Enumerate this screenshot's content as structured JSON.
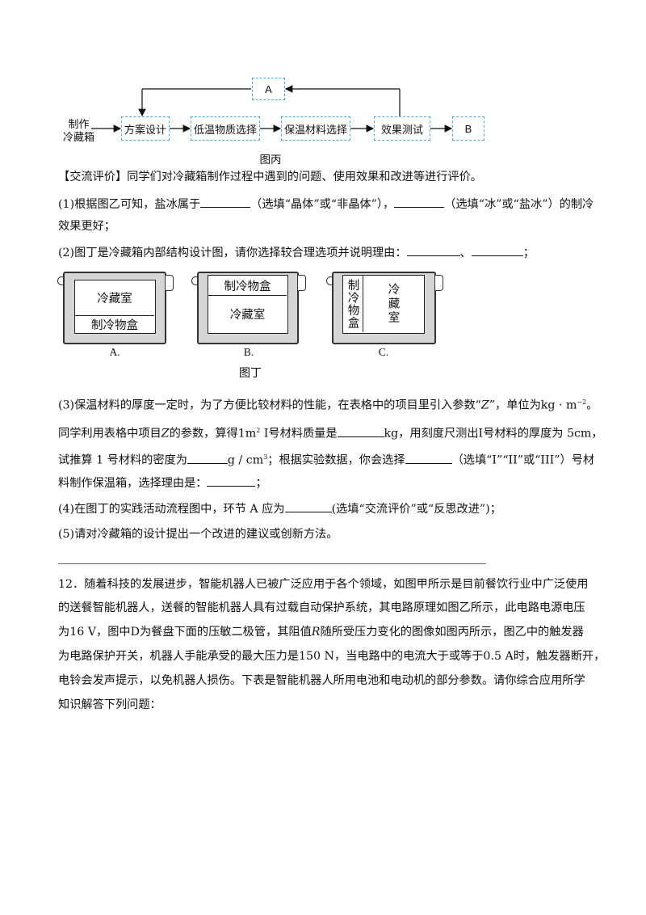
{
  "flow": {
    "start_line1": "制作",
    "start_line2": "冷藏箱",
    "steps": [
      "方案设计",
      "低温物质选择",
      "保温材料选择",
      "效果测试"
    ],
    "end": "B",
    "feedback": "A",
    "caption": "图丙"
  },
  "eval": {
    "heading": "【交流评价】同学们对冷藏箱制作过程中遇到的问题、使用效果和改进等进行评价。",
    "q1_a": "(1)根据图乙可知，盐冰属于",
    "q1_b": "（选填“晶体”或“非晶体”），",
    "q1_c": "（选填“冰”或“盐冰”）的制冷",
    "q1_d": "效果更好；",
    "q2_a": "(2)图丁是冷藏箱内部结构设计图，请你选择较合理选项并说明理由：",
    "q2_sep": "、",
    "q2_end": "；"
  },
  "boxes": {
    "a": {
      "top": "冷藏室",
      "bottom": "制冷物盒",
      "label": "A."
    },
    "b": {
      "top": "制冷物盒",
      "bottom": "冷藏室",
      "label": "B."
    },
    "c": {
      "left": "制冷物盒",
      "right": "冷藏室",
      "label": "C."
    },
    "caption": "图丁"
  },
  "q3": {
    "l1a": "(3)保温材料的厚度一定时，为了方便比较材料的性能，在表格中的项目里引入参数“",
    "l1z": "Z",
    "l1b": "”，单位为",
    "l1unit": "kg · m",
    "l1exp": "−2",
    "l1end": "。",
    "l2a": "同学利用表格中项目",
    "l2z": "Z",
    "l2b": "的参数，算得",
    "l2c": "1m",
    "l2c_exp": "2",
    "l2d": " I号材料质量是",
    "l2e": "kg，用刻度尺测出I号材料的厚度为 5cm，",
    "l3a": "试推算 1 号材料的密度为",
    "l3unit": "g / cm",
    "l3exp": "3",
    "l3b": "；根据实验数据，你会选择",
    "l3c": "（选填“I”“II”或“III”）号材",
    "l4a": "料制作保温箱，选择理由是：",
    "l4end": "；"
  },
  "q4": {
    "a": "(4)在图丁的实践活动流程图中，环节 A 应为",
    "b": "(选填“交流评价”或“反思改进”)；"
  },
  "q5": "(5)请对冷藏箱的设计提出一个改进的建议或创新方法。",
  "q12": {
    "l1": "12．随着科技的发展进步，智能机器人已被广泛应用于各个领域，如图甲所示是目前餐饮行业中广泛使用",
    "l2": "的送餐智能机器人，送餐的智能机器人具有过载自动保护系统，其电路原理如图乙所示，此电路电源电压",
    "l3a": "为",
    "l3v": "16 V",
    "l3b": "，图中",
    "l3d": "D",
    "l3c": "为餐盘下面的压敏二极管，其阻值",
    "l3r": "R",
    "l3e": "随所受压力变化的图像如图丙所示，图乙中的触发器",
    "l4a": "为电路保护开关，机器人手能承受的最大压力是",
    "l4f": "150 N",
    "l4b": "，当电路中的电流大于或等于",
    "l4i": "0.5 A",
    "l4c": "时，触发器断开，",
    "l5": "电铃会发声提示，以免机器人损伤。下表是智能机器人所用电池和电动机的部分参数。请你综合应用所学",
    "l6": "知识解答下列问题："
  }
}
